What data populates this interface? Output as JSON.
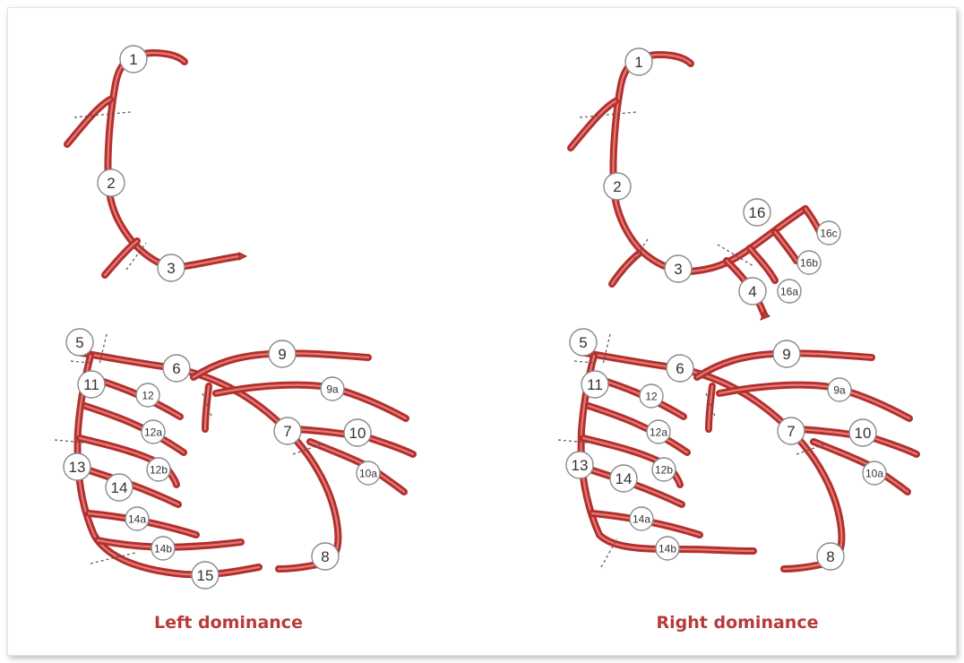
{
  "captions": {
    "left": "Left dominance",
    "right": "Right dominance"
  },
  "colors": {
    "vessel": "#b1302e",
    "vessel_highlight": "#e87a76",
    "caption": "#b83a3a",
    "badge_border": "#8a8a8a"
  },
  "segments": {
    "left": [
      "1",
      "2",
      "3",
      "5",
      "6",
      "7",
      "8",
      "9",
      "9a",
      "10",
      "10a",
      "11",
      "12",
      "12a",
      "12b",
      "13",
      "14",
      "14a",
      "14b",
      "15"
    ],
    "right": [
      "1",
      "2",
      "3",
      "4",
      "5",
      "6",
      "7",
      "8",
      "9",
      "9a",
      "10",
      "10a",
      "11",
      "12",
      "12a",
      "12b",
      "13",
      "14",
      "14a",
      "14b",
      "16",
      "16a",
      "16b",
      "16c"
    ]
  }
}
